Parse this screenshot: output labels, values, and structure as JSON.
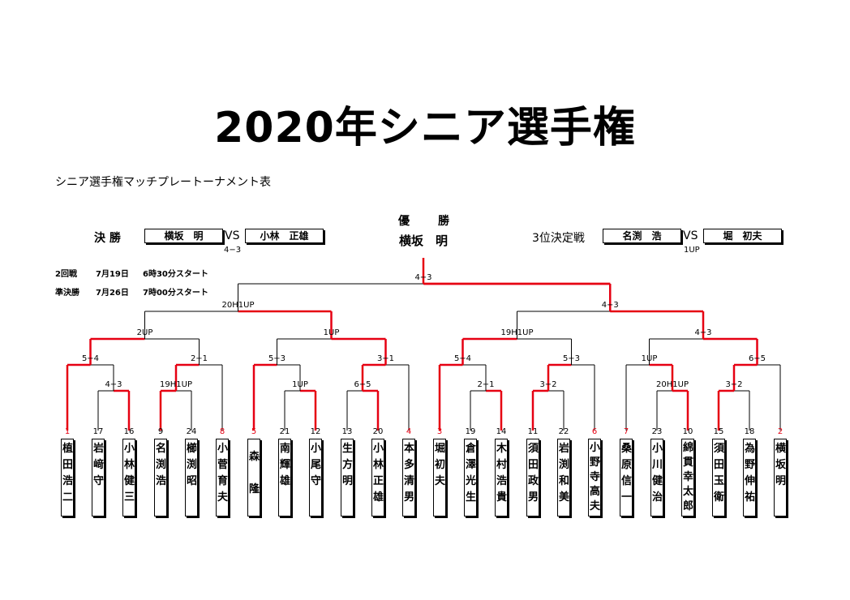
{
  "title": "2020年シニア選手権",
  "subtitle": "シニア選手権マッチプレートーナメント表",
  "champion": {
    "label1": "優",
    "label2": "勝",
    "name": "横坂　明"
  },
  "final": {
    "label": "決 勝",
    "player_a": "横坂　明",
    "vs": "VS",
    "player_b": "小林　正雄",
    "score": "4−3"
  },
  "third_place": {
    "label": "3位決定戦",
    "player_a": "名渕　浩",
    "vs": "VS",
    "player_b": "堀　初夫",
    "score": "1UP"
  },
  "schedule": [
    {
      "round": "2回戦",
      "date": "7月19日",
      "time": "6時30分スタート"
    },
    {
      "round": "準決勝",
      "date": "7月26日",
      "time": "7時00分スタート"
    }
  ],
  "colors": {
    "winner_line": "#e60012",
    "loser_line": "#000000",
    "top_seed": "#e60012"
  },
  "players": [
    {
      "seed": "1",
      "name": "植田浩二",
      "top_seed": true
    },
    {
      "seed": "17",
      "name": "岩﨑守",
      "top_seed": false
    },
    {
      "seed": "16",
      "name": "小林健三",
      "top_seed": false
    },
    {
      "seed": "9",
      "name": "名渕浩",
      "top_seed": false
    },
    {
      "seed": "24",
      "name": "櫛渕昭",
      "top_seed": false
    },
    {
      "seed": "8",
      "name": "小菅育夫",
      "top_seed": true
    },
    {
      "seed": "5",
      "name": "森隆",
      "top_seed": true
    },
    {
      "seed": "21",
      "name": "南輝雄",
      "top_seed": false
    },
    {
      "seed": "12",
      "name": "小尾守",
      "top_seed": false
    },
    {
      "seed": "13",
      "name": "生方明",
      "top_seed": false
    },
    {
      "seed": "20",
      "name": "小林正雄",
      "top_seed": false
    },
    {
      "seed": "4",
      "name": "本多清男",
      "top_seed": true
    },
    {
      "seed": "3",
      "name": "堀初夫",
      "top_seed": true
    },
    {
      "seed": "19",
      "name": "倉澤光生",
      "top_seed": false
    },
    {
      "seed": "14",
      "name": "木村浩貴",
      "top_seed": false
    },
    {
      "seed": "11",
      "name": "須田政男",
      "top_seed": false
    },
    {
      "seed": "22",
      "name": "岩渕和美",
      "top_seed": false
    },
    {
      "seed": "6",
      "name": "小野寺高夫",
      "top_seed": true
    },
    {
      "seed": "7",
      "name": "桑原信一",
      "top_seed": true
    },
    {
      "seed": "23",
      "name": "小川健治",
      "top_seed": false
    },
    {
      "seed": "10",
      "name": "綿貫幸太郎",
      "top_seed": false
    },
    {
      "seed": "15",
      "name": "須田玉衛",
      "top_seed": false
    },
    {
      "seed": "18",
      "name": "為野伸祐",
      "top_seed": false
    },
    {
      "seed": "2",
      "name": "横坂明",
      "top_seed": true
    }
  ],
  "match_scores": {
    "r1": [
      "4−3",
      "19H1UP",
      "1UP",
      "6−5",
      "2−1",
      "3−2",
      "20H1UP",
      "3−2"
    ],
    "r2": [
      "5−4",
      "2−1",
      "5−3",
      "3−1",
      "5−4",
      "5−3",
      "1UP",
      "6−5"
    ],
    "qf": [
      "2UP",
      "1UP",
      "19H1UP",
      "4−3"
    ],
    "sf": [
      "20H1UP",
      "4−3"
    ],
    "final": "4−3"
  }
}
